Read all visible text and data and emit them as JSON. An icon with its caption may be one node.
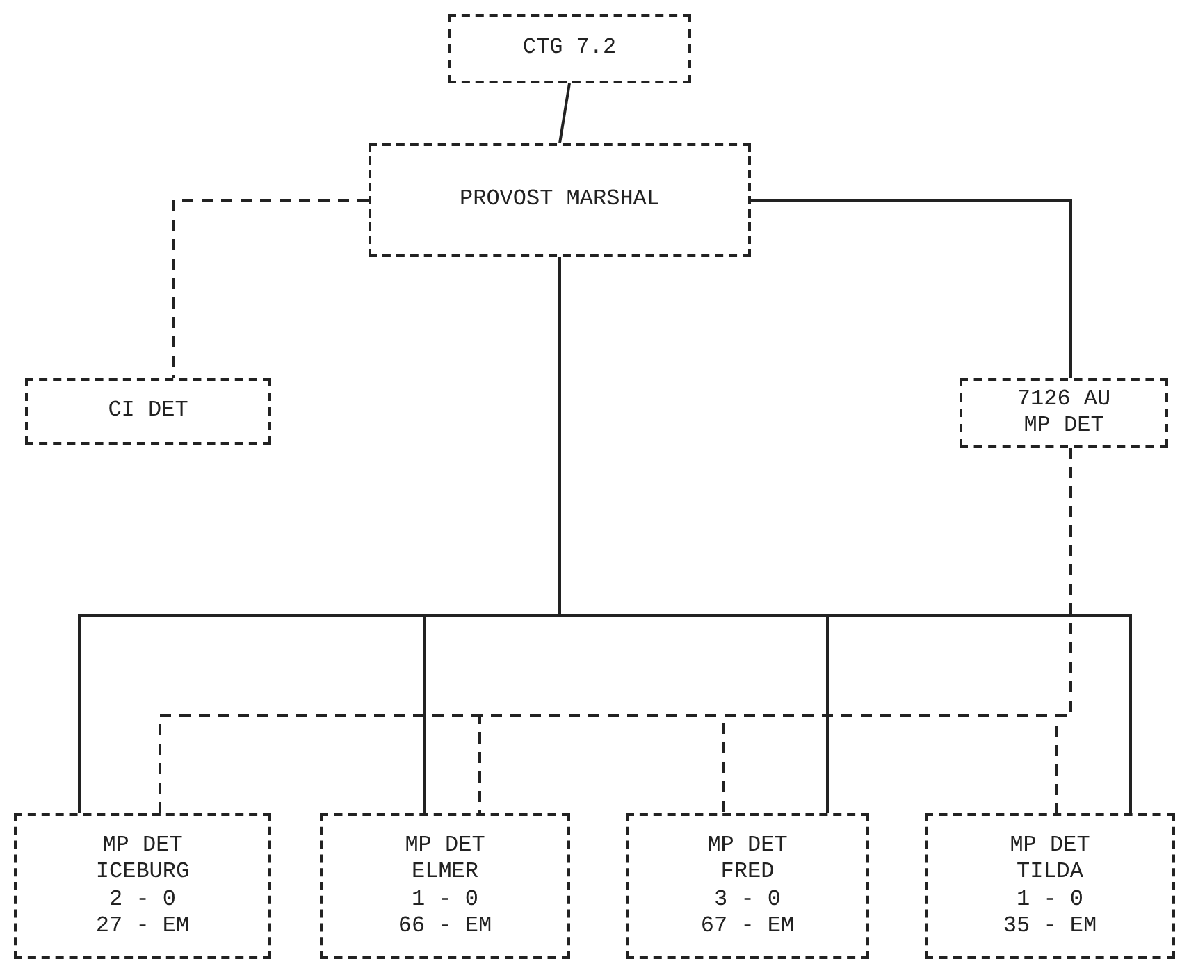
{
  "diagram": {
    "nodes": [
      {
        "text": [
          "CTG 7.2"
        ]
      },
      {
        "text": [
          "PROVOST MARSHAL"
        ]
      },
      {
        "text": [
          "CI DET"
        ]
      },
      {
        "text": [
          "7126 AU MP DET"
        ]
      },
      {
        "text": [
          "MP DET ICEBURG",
          "2 - 0",
          "27 - EM"
        ]
      },
      {
        "text": [
          "MP DET ELMER",
          "1 - 0",
          "66 - EM"
        ]
      },
      {
        "text": [
          "MP DET FRED",
          "3 - 0",
          "67 - EM"
        ]
      },
      {
        "text": [
          "MP DET TILDA",
          "1 - 0",
          "35 - EM"
        ]
      }
    ],
    "edges": [
      {
        "from": 0,
        "to": 1,
        "arrow": "none"
      },
      {
        "from": 1,
        "to": 2,
        "arrow": "none",
        "style": "dashed"
      },
      {
        "from": 1,
        "to": 3,
        "arrow": "none"
      },
      {
        "from": 1,
        "to": 4,
        "arrow": "none"
      },
      {
        "from": 1,
        "to": 5,
        "arrow": "none"
      },
      {
        "from": 1,
        "to": 6,
        "arrow": "none"
      },
      {
        "from": 1,
        "to": 7,
        "arrow": "none"
      },
      {
        "from": 3,
        "to": 4,
        "arrow": "none",
        "style": "dashed"
      },
      {
        "from": 3,
        "to": 5,
        "arrow": "none",
        "style": "dashed"
      },
      {
        "from": 3,
        "to": 6,
        "arrow": "none",
        "style": "dashed"
      },
      {
        "from": 3,
        "to": 7,
        "arrow": "none",
        "style": "dashed"
      }
    ]
  }
}
